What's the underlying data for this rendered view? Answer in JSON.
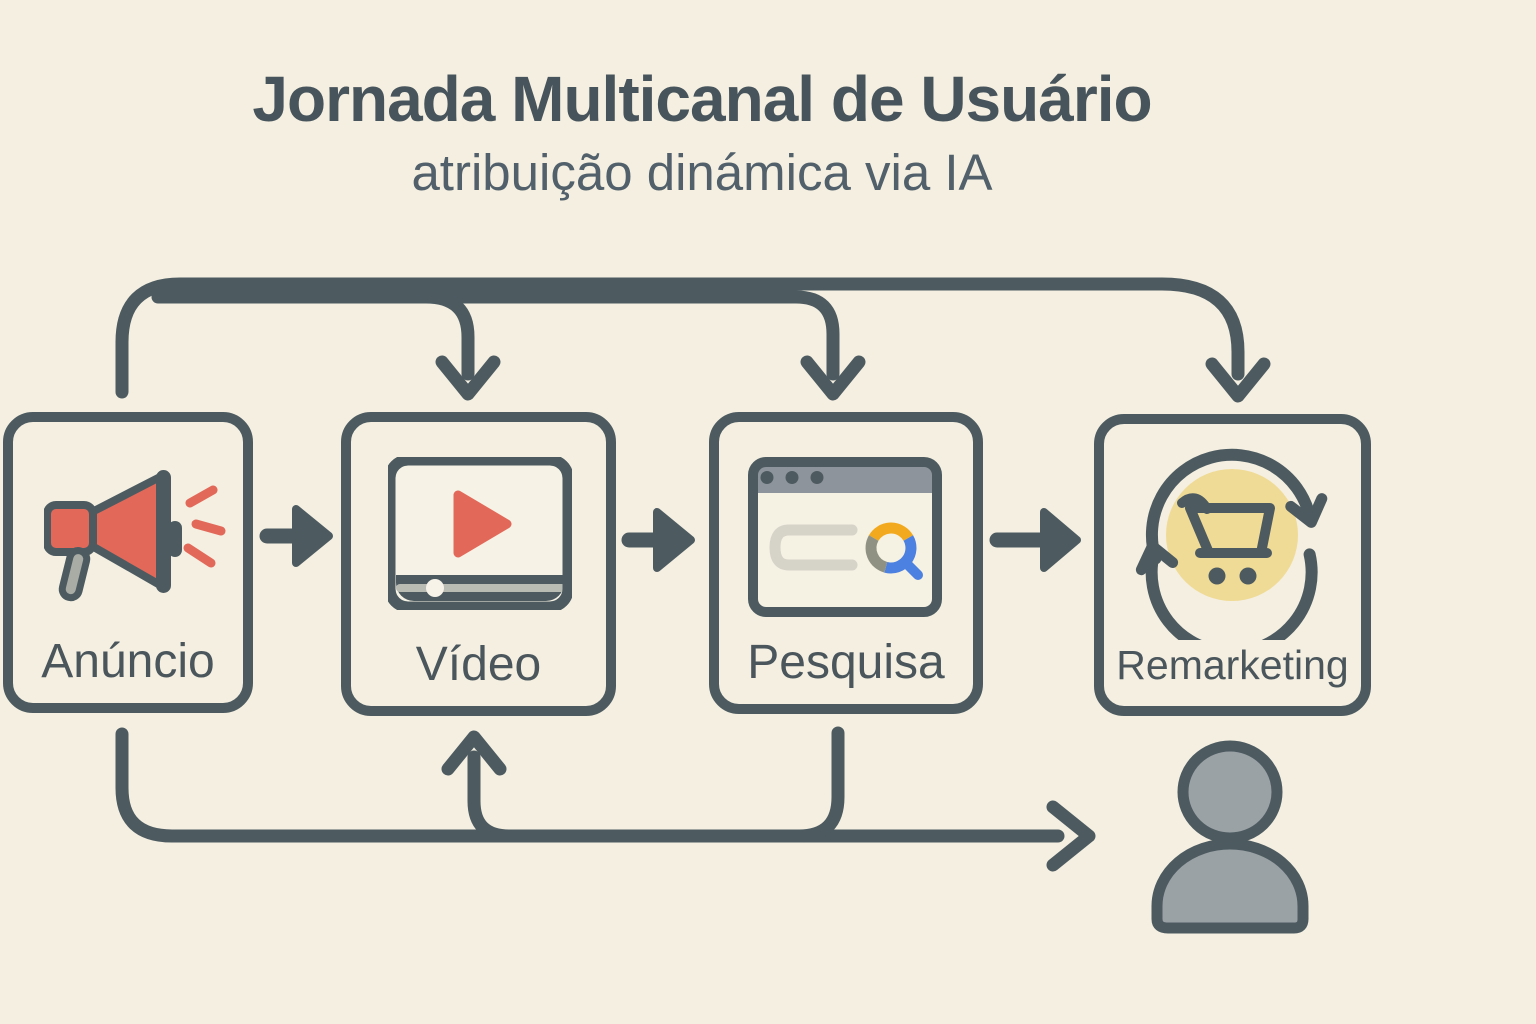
{
  "title": "Jornada Multicanal de Usuário",
  "subtitle": "atribuição dinámica via IA",
  "nodes": [
    {
      "id": "anuncio",
      "label": "Anúncio",
      "icon": "megaphone-icon"
    },
    {
      "id": "video",
      "label": "Vídeo",
      "icon": "video-player-icon"
    },
    {
      "id": "pesquisa",
      "label": "Pesquisa",
      "icon": "browser-search-icon"
    },
    {
      "id": "remarketing",
      "label": "Remarketing",
      "icon": "cart-refresh-icon"
    }
  ],
  "end_node": {
    "id": "user",
    "icon": "person-icon"
  },
  "arrows": [
    {
      "from": "anuncio",
      "to": "remarketing",
      "via": "top-curve"
    },
    {
      "from": "anuncio",
      "to": "pesquisa",
      "via": "top-curve"
    },
    {
      "from": "anuncio",
      "to": "video",
      "via": "top-curve"
    },
    {
      "from": "anuncio",
      "to": "video",
      "via": "middle"
    },
    {
      "from": "video",
      "to": "pesquisa",
      "via": "middle"
    },
    {
      "from": "pesquisa",
      "to": "remarketing",
      "via": "middle"
    },
    {
      "from": "anuncio",
      "to": "user",
      "via": "bottom-curve"
    },
    {
      "from": "pesquisa",
      "to": "video",
      "via": "bottom-curve"
    }
  ],
  "colors": {
    "bg": "#f4efe1",
    "slate": "#4d5b61",
    "coral": "#e2695a",
    "panel": "#f5f1e3",
    "screen": "#f6f2e5",
    "yellow": "#f0db96",
    "amber": "#f2a91d",
    "blue": "#4c80e1",
    "graygreen": "#8f9283",
    "lightgray": "#d6d3c8",
    "bargray": "#8e949b",
    "progress": "#b9bcb3",
    "handlegray": "#a9aca4",
    "personfill": "#9aa2a6",
    "text": "#4a565c",
    "title": "#47545b",
    "subtitle": "#51606a"
  }
}
